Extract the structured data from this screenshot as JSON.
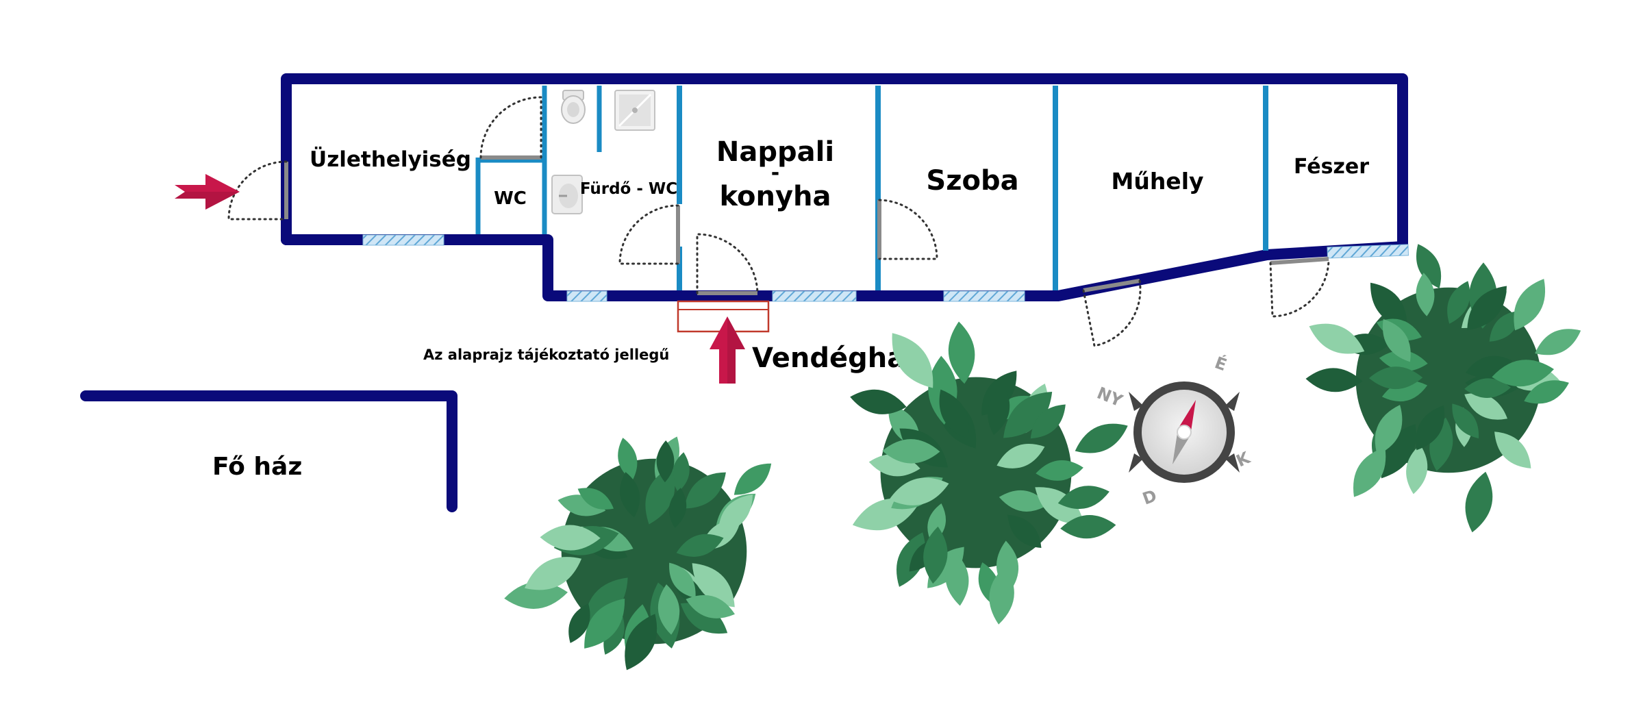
{
  "rooms": {
    "shop": "Üzlethelyiség",
    "wc": "WC",
    "bathroom": "Fürdő - WC",
    "living_line1": "Nappali",
    "living_line2": "-",
    "living_line3": "konyha",
    "room": "Szoba",
    "workshop": "Műhely",
    "shed": "Fészer"
  },
  "labels": {
    "guesthouse": "Vendégház",
    "disclaimer": "Az alaprajz tájékoztató jellegű",
    "main_house": "Fő ház"
  },
  "compass": {
    "north": "É",
    "east": "K",
    "south": "D",
    "west": "NY"
  },
  "colors": {
    "outer_wall": "#0a0a7a",
    "partition_wall": "#1a8bc4",
    "entry_arrow": "#c8174a",
    "plant_dark": "#2f7d4f",
    "plant_light": "#8fd1a8"
  }
}
